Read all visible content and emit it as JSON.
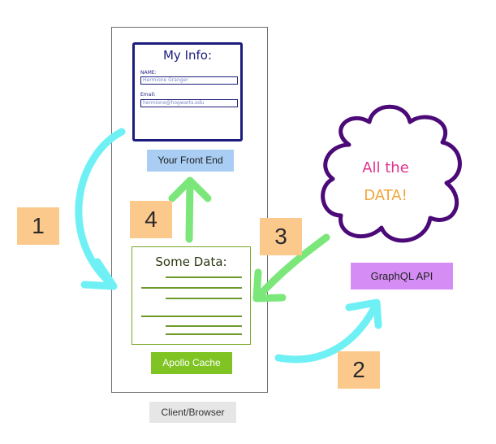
{
  "info_card": {
    "title": "My Info:",
    "name_label": "NAME:",
    "name_value": "Hermione Granger",
    "email_label": "Email:",
    "email_value": "hermione@hogwarts.edu"
  },
  "frontend_label": "Your Front End",
  "data_card": {
    "title": "Some Data:"
  },
  "apollo_label": "Apollo Cache",
  "client_label": "Client/Browser",
  "cloud": {
    "line1": "All the",
    "line2": "DATA!"
  },
  "graphql_label": "GraphQL API",
  "steps": [
    "1",
    "2",
    "3",
    "4"
  ],
  "colors": {
    "browser_frame": "#6d6d6d",
    "info_card": "#1b1c7c",
    "frontend": "#a9cdf3",
    "apollo": "#7fc423",
    "client": "#e6e6e6",
    "graphql": "#d58cf5",
    "step_box": "#fcc98d",
    "cloud_outline": "#4b0a78",
    "arrow_cyan": "#6ff0f5",
    "arrow_green": "#7be77a"
  }
}
